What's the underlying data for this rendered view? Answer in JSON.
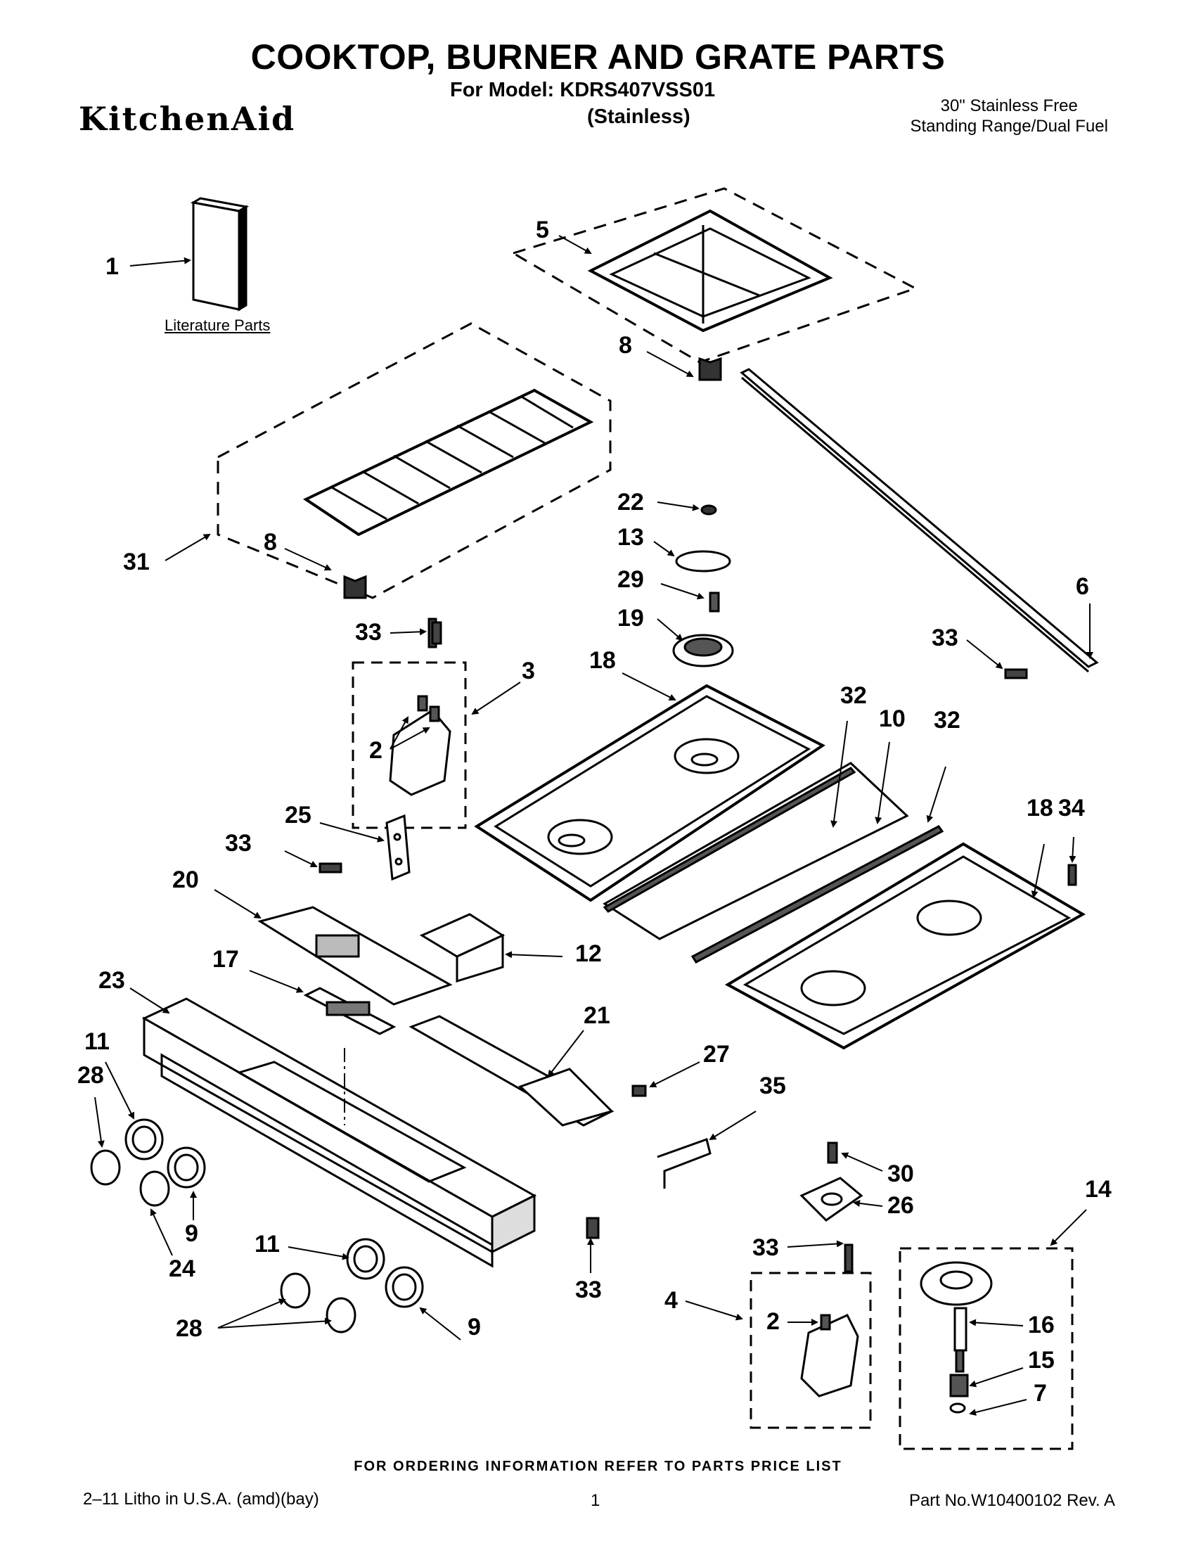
{
  "header": {
    "title": "COOKTOP, BURNER AND GRATE PARTS",
    "model_line": "For Model: KDRS407VSS01",
    "finish": "(Stainless)",
    "brand": "KitchenAid",
    "description_line1": "30\" Stainless Free",
    "description_line2": "Standing Range/Dual Fuel"
  },
  "labels": {
    "literature": "Literature Parts"
  },
  "callouts": [
    {
      "id": "c1",
      "text": "1"
    },
    {
      "id": "c5",
      "text": "5"
    },
    {
      "id": "c8a",
      "text": "8"
    },
    {
      "id": "c8b",
      "text": "8"
    },
    {
      "id": "c31",
      "text": "31"
    },
    {
      "id": "c22",
      "text": "22"
    },
    {
      "id": "c13",
      "text": "13"
    },
    {
      "id": "c29",
      "text": "29"
    },
    {
      "id": "c19",
      "text": "19"
    },
    {
      "id": "c6",
      "text": "6"
    },
    {
      "id": "c33a",
      "text": "33"
    },
    {
      "id": "c33b",
      "text": "33"
    },
    {
      "id": "c3",
      "text": "3"
    },
    {
      "id": "c2a",
      "text": "2"
    },
    {
      "id": "c18a",
      "text": "18"
    },
    {
      "id": "c32a",
      "text": "32"
    },
    {
      "id": "c10",
      "text": "10"
    },
    {
      "id": "c32b",
      "text": "32"
    },
    {
      "id": "c25",
      "text": "25"
    },
    {
      "id": "c33c",
      "text": "33"
    },
    {
      "id": "c18b",
      "text": "18"
    },
    {
      "id": "c34",
      "text": "34"
    },
    {
      "id": "c20",
      "text": "20"
    },
    {
      "id": "c17",
      "text": "17"
    },
    {
      "id": "c12",
      "text": "12"
    },
    {
      "id": "c23",
      "text": "23"
    },
    {
      "id": "c21",
      "text": "21"
    },
    {
      "id": "c11a",
      "text": "11"
    },
    {
      "id": "c28a",
      "text": "28"
    },
    {
      "id": "c27",
      "text": "27"
    },
    {
      "id": "c35",
      "text": "35"
    },
    {
      "id": "c30",
      "text": "30"
    },
    {
      "id": "c26",
      "text": "26"
    },
    {
      "id": "c14",
      "text": "14"
    },
    {
      "id": "c9a",
      "text": "9"
    },
    {
      "id": "c24",
      "text": "24"
    },
    {
      "id": "c11b",
      "text": "11"
    },
    {
      "id": "c33d",
      "text": "33"
    },
    {
      "id": "c33e",
      "text": "33"
    },
    {
      "id": "c4",
      "text": "4"
    },
    {
      "id": "c2b",
      "text": "2"
    },
    {
      "id": "c16",
      "text": "16"
    },
    {
      "id": "c15",
      "text": "15"
    },
    {
      "id": "c7",
      "text": "7"
    },
    {
      "id": "c28b",
      "text": "28"
    },
    {
      "id": "c9b",
      "text": "9"
    }
  ],
  "footer": {
    "ordering": "FOR ORDERING INFORMATION REFER TO PARTS PRICE LIST",
    "litho": "2–11 Litho in U.S.A. (amd)(bay)",
    "page": "1",
    "part_no": "Part No.W10400102 Rev. A"
  }
}
